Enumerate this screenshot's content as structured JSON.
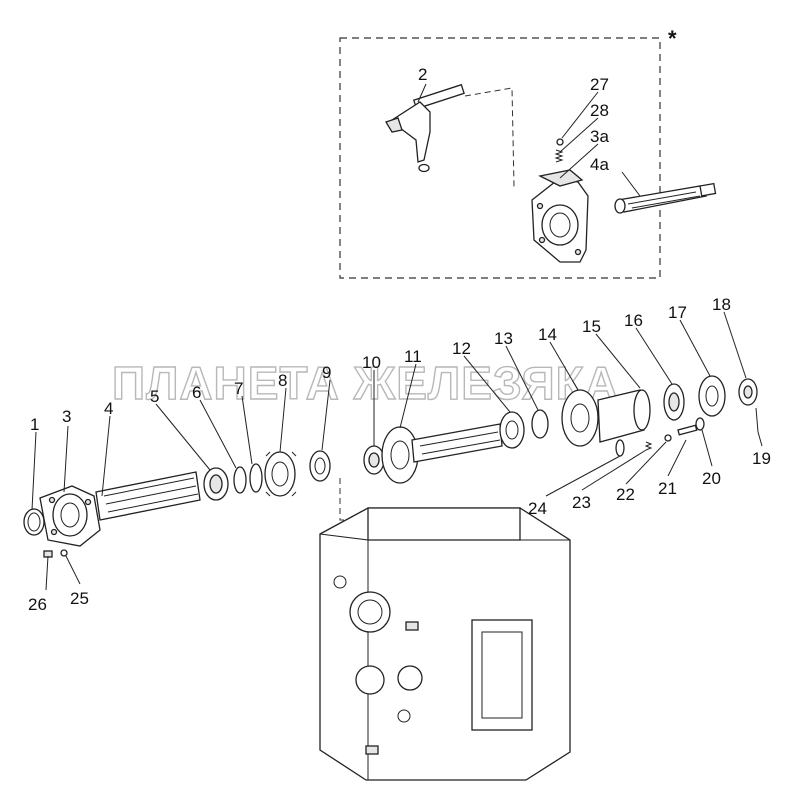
{
  "diagram": {
    "inset_marker": "*",
    "watermark": "ПЛАНЕТА ЖЕЛЕЗЯКА",
    "callouts": [
      {
        "id": "1",
        "label": "1"
      },
      {
        "id": "2",
        "label": "2"
      },
      {
        "id": "3",
        "label": "3"
      },
      {
        "id": "3a",
        "label": "3а"
      },
      {
        "id": "4",
        "label": "4"
      },
      {
        "id": "4a",
        "label": "4а"
      },
      {
        "id": "5",
        "label": "5"
      },
      {
        "id": "6",
        "label": "6"
      },
      {
        "id": "7",
        "label": "7"
      },
      {
        "id": "8",
        "label": "8"
      },
      {
        "id": "9",
        "label": "9"
      },
      {
        "id": "10",
        "label": "10"
      },
      {
        "id": "11",
        "label": "11"
      },
      {
        "id": "12",
        "label": "12"
      },
      {
        "id": "13",
        "label": "13"
      },
      {
        "id": "14",
        "label": "14"
      },
      {
        "id": "15",
        "label": "15"
      },
      {
        "id": "16",
        "label": "16"
      },
      {
        "id": "17",
        "label": "17"
      },
      {
        "id": "18",
        "label": "18"
      },
      {
        "id": "19",
        "label": "19"
      },
      {
        "id": "20",
        "label": "20"
      },
      {
        "id": "21",
        "label": "21"
      },
      {
        "id": "22",
        "label": "22"
      },
      {
        "id": "23",
        "label": "23"
      },
      {
        "id": "24",
        "label": "24"
      },
      {
        "id": "25",
        "label": "25"
      },
      {
        "id": "26",
        "label": "26"
      },
      {
        "id": "27",
        "label": "27"
      },
      {
        "id": "28",
        "label": "28"
      }
    ]
  }
}
